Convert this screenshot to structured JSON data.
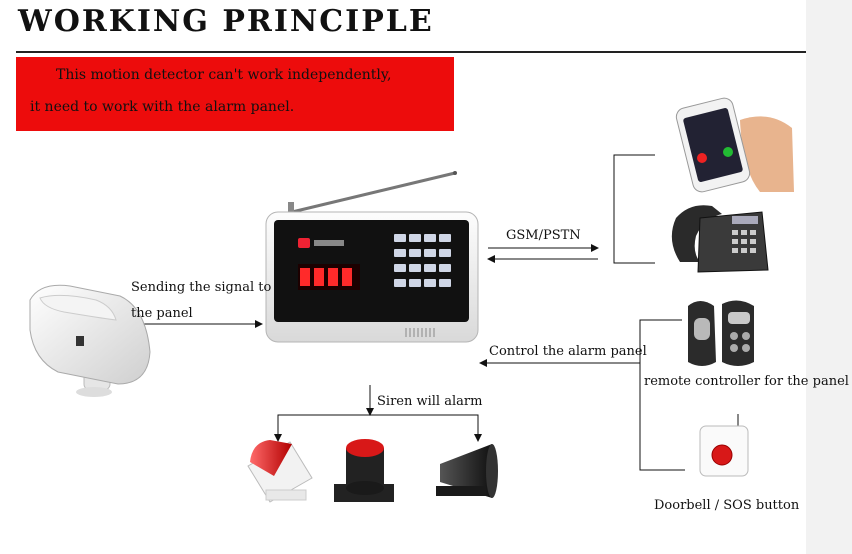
{
  "header": {
    "title": "WORKING PRINCIPLE"
  },
  "banner": {
    "line1": "This motion detector can't work independently,",
    "line2": "it need to work with the alarm panel."
  },
  "labels": {
    "sending_line1": "Sending the signal to",
    "sending_line2": "the panel",
    "gsm": "GSM/PSTN",
    "control": "Control the alarm panel",
    "siren": "Siren will alarm",
    "remote": "remote controller for the panel",
    "doorbell": "Doorbell / SOS button"
  },
  "colors": {
    "banner": "#ed0c0c",
    "panel_display": "#ff2a2a",
    "siren_red": "#d81818"
  },
  "icons": {
    "sensor": "motion-detector-icon",
    "panel": "alarm-panel-icon",
    "mobile": "mobile-phone-icon",
    "landline": "landline-phone-icon",
    "remote": "remote-control-icon",
    "sos": "sos-button-icon",
    "strobe": "strobe-siren-icon",
    "siren": "siren-icon",
    "horn": "horn-speaker-icon"
  }
}
